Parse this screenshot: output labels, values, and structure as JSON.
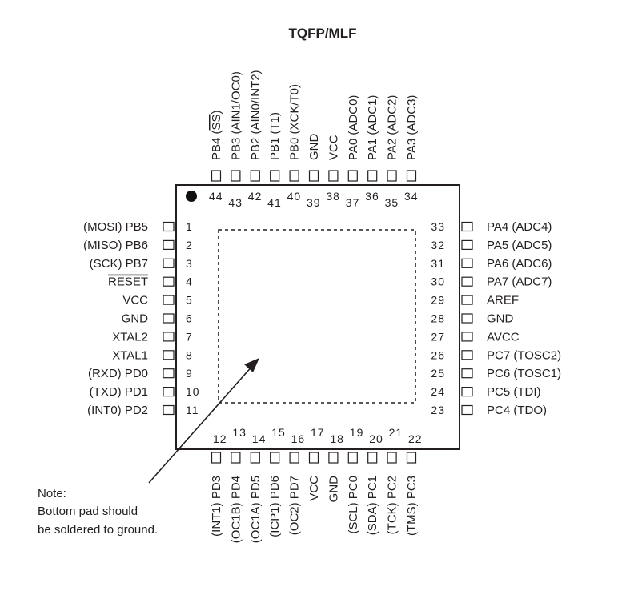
{
  "title": "TQFP/MLF",
  "note": [
    "Note:",
    "Bottom pad should",
    "be soldered to ground."
  ],
  "left_pins": [
    {
      "num": "1",
      "label": "(MOSI)  PB5"
    },
    {
      "num": "2",
      "label": "(MISO)  PB6"
    },
    {
      "num": "3",
      "label": "(SCK)  PB7"
    },
    {
      "num": "4",
      "label": "RESET",
      "overline": true
    },
    {
      "num": "5",
      "label": "VCC"
    },
    {
      "num": "6",
      "label": "GND"
    },
    {
      "num": "7",
      "label": "XTAL2"
    },
    {
      "num": "8",
      "label": "XTAL1"
    },
    {
      "num": "9",
      "label": "(RXD)  PD0"
    },
    {
      "num": "10",
      "label": "(TXD)  PD1"
    },
    {
      "num": "11",
      "label": "(INT0)  PD2"
    }
  ],
  "bottom_pins": [
    {
      "num": "12",
      "label": "(INT1)  PD3"
    },
    {
      "num": "13",
      "label": "(OC1B)  PD4"
    },
    {
      "num": "14",
      "label": "(OC1A)  PD5"
    },
    {
      "num": "15",
      "label": "(ICP1)  PD6"
    },
    {
      "num": "16",
      "label": "(OC2)  PD7"
    },
    {
      "num": "17",
      "label": "VCC"
    },
    {
      "num": "18",
      "label": "GND"
    },
    {
      "num": "19",
      "label": "(SCL)  PC0"
    },
    {
      "num": "20",
      "label": "(SDA)  PC1"
    },
    {
      "num": "21",
      "label": "(TCK)  PC2"
    },
    {
      "num": "22",
      "label": "(TMS)  PC3"
    }
  ],
  "right_pins": [
    {
      "num": "23",
      "label": "PC4  (TDO)"
    },
    {
      "num": "24",
      "label": "PC5  (TDI)"
    },
    {
      "num": "25",
      "label": "PC6  (TOSC1)"
    },
    {
      "num": "26",
      "label": "PC7  (TOSC2)"
    },
    {
      "num": "27",
      "label": "AVCC"
    },
    {
      "num": "28",
      "label": "GND"
    },
    {
      "num": "29",
      "label": "AREF"
    },
    {
      "num": "30",
      "label": "PA7  (ADC7)"
    },
    {
      "num": "31",
      "label": "PA6  (ADC6)"
    },
    {
      "num": "32",
      "label": "PA5  (ADC5)"
    },
    {
      "num": "33",
      "label": "PA4  (ADC4)"
    }
  ],
  "top_pins": [
    {
      "num": "34",
      "label": "PA3  (ADC3)"
    },
    {
      "num": "35",
      "label": "PA2  (ADC2)"
    },
    {
      "num": "36",
      "label": "PA1  (ADC1)"
    },
    {
      "num": "37",
      "label": "PA0  (ADC0)"
    },
    {
      "num": "38",
      "label": "VCC"
    },
    {
      "num": "39",
      "label": "GND"
    },
    {
      "num": "40",
      "label": "PB0  (XCK/T0)"
    },
    {
      "num": "41",
      "label": "PB1  (T1)"
    },
    {
      "num": "42",
      "label": "PB2  (AIN0/INT2)"
    },
    {
      "num": "43",
      "label": "PB3  (AIN1/OC0)"
    },
    {
      "num": "44",
      "label": "PB4  (SS)",
      "overline_part": "SS"
    }
  ]
}
